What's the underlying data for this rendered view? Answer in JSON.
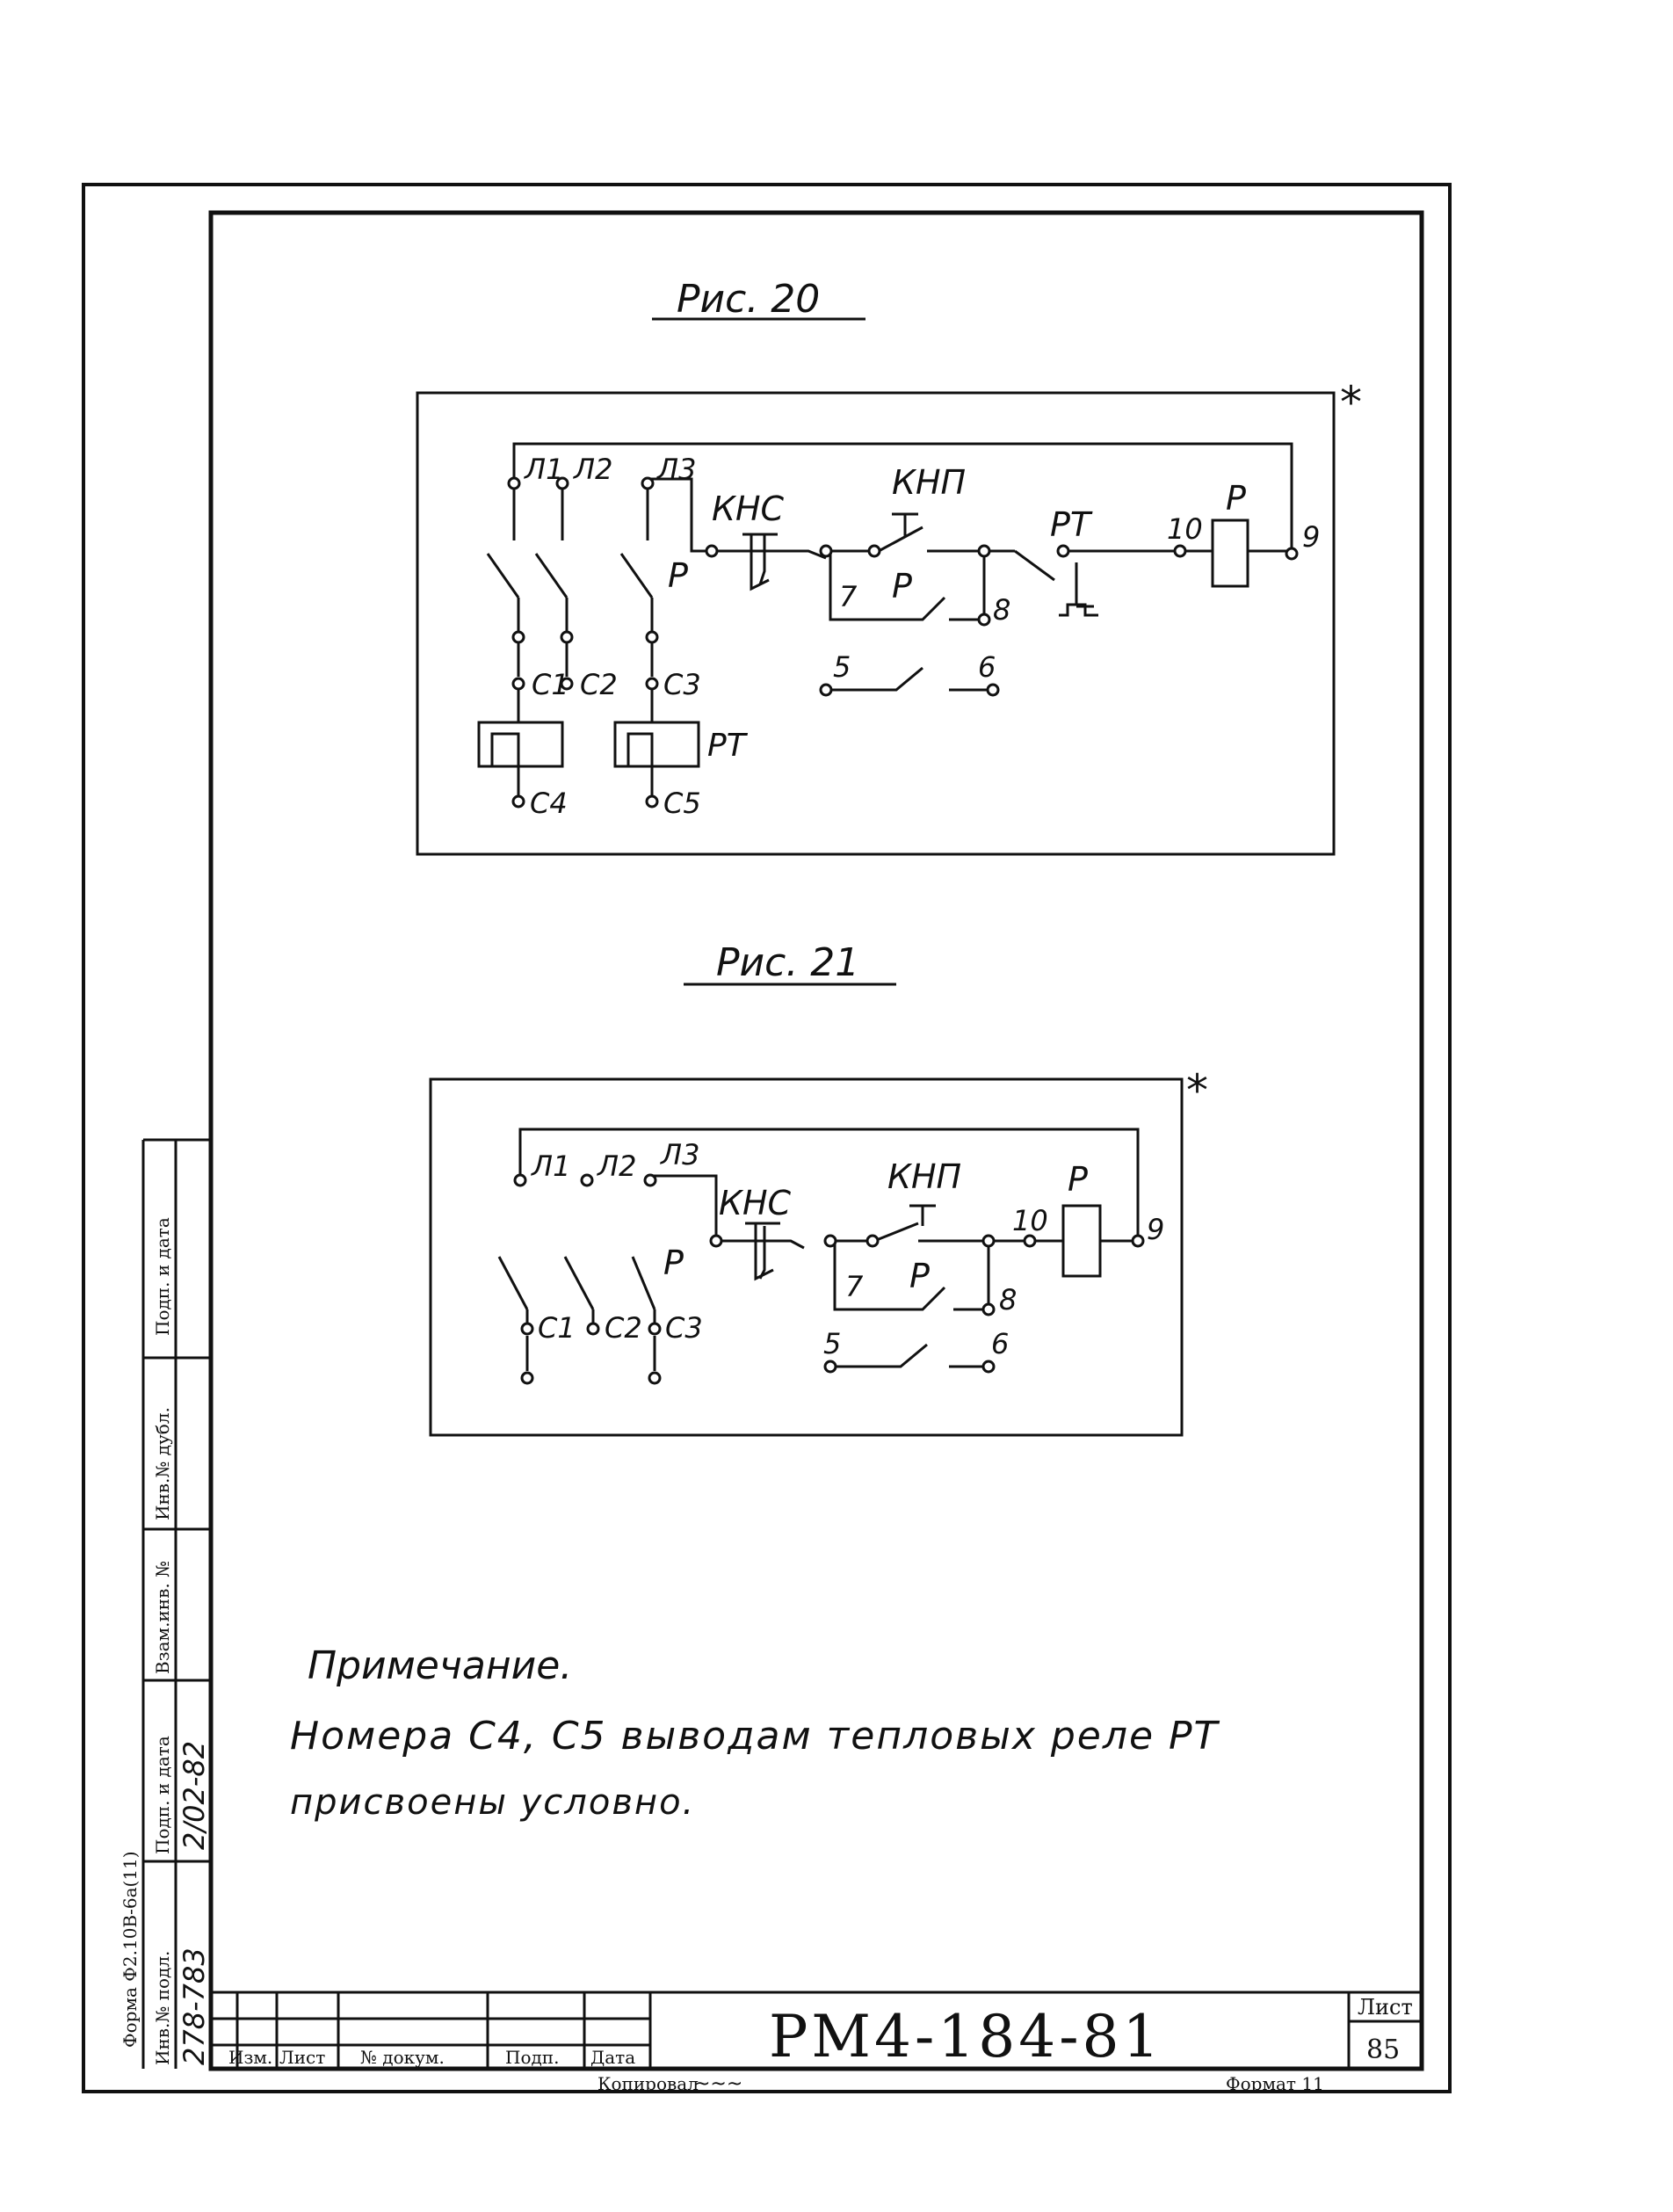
{
  "figure20": {
    "title": "Рис. 20",
    "asterisk": "*",
    "labels": {
      "l1": "Л1",
      "l2": "Л2",
      "l3": "Л3",
      "kns": "КНС",
      "knp": "КНП",
      "rt_contact": "РТ",
      "node10": "10",
      "relay": "Р",
      "node9": "9",
      "p_switch": "Р",
      "node7": "7",
      "p_contact": "Р",
      "node8": "8",
      "node5": "5",
      "node6": "6",
      "c1": "С1",
      "c2": "С2",
      "c3": "С3",
      "rt_heater": "РТ",
      "c4": "С4",
      "c5": "С5"
    }
  },
  "figure21": {
    "title": "Рис. 21",
    "asterisk": "*",
    "labels": {
      "l1": "Л1",
      "l2": "Л2",
      "l3": "Л3",
      "kns": "КНС",
      "knp": "КНП",
      "node10": "10",
      "relay": "Р",
      "node9": "9",
      "p_switch": "Р",
      "node7": "7",
      "p_contact": "Р",
      "node8": "8",
      "node5": "5",
      "node6": "6",
      "c1": "С1",
      "c2": "С2",
      "c3": "С3"
    }
  },
  "note": {
    "heading": "Примечание.",
    "line1": "Номера С4, С5 выводам тепловых реле РТ",
    "line2": "присвоены условно."
  },
  "title_block": {
    "doc_code": "РМ4-184-81",
    "sheet_label": "Лист",
    "sheet_number": "85",
    "col_izm": "Изм.",
    "col_list": "Лист",
    "col_doc": "№ докум.",
    "col_sign": "Подп.",
    "col_date": "Дата",
    "checked_label": "Копировал",
    "format_label": "Формат 11"
  },
  "side_strip": {
    "inv_orig": "Инв.№ подл.",
    "sign_date_1": "Подп. и дата",
    "vzam_inv": "Взам.инв. №",
    "inv_dubl": "Инв.№ дубл.",
    "sign_date_2": "Подп. и дата",
    "form": "Форма Ф2.10В-6а(11)",
    "inv_value": "278-783",
    "date_value": "2/02-82"
  }
}
